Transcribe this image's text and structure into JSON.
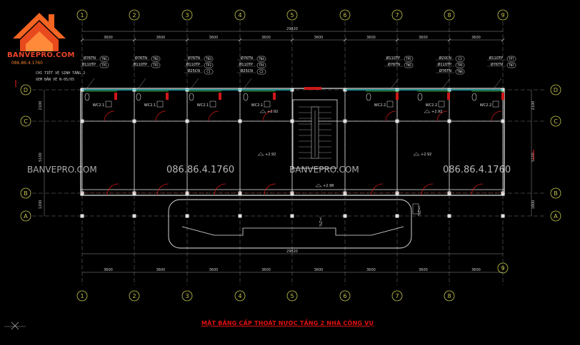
{
  "branding": {
    "name": "BANVEPRO.COM",
    "phone": "086.86.4.1760"
  },
  "title": "MẶT BẰNG CẤP THOÁT NƯỚC TẦNG 2 NHÀ CÔNG VỤ",
  "watermark": {
    "site": "BANVEPRO.COM",
    "phone": "086.86.4.1760"
  },
  "notes": {
    "detail_line1": "CHI TIẾT VỆ SINH TẦNG 2",
    "detail_line2": "XEM BẢN VẼ N-05/05"
  },
  "grid": {
    "columns_top": [
      "1",
      "2",
      "3",
      "4",
      "5",
      "6",
      "7",
      "8",
      "9"
    ],
    "columns_bottom": [
      "1",
      "2",
      "3",
      "4",
      "5",
      "6",
      "7",
      "8",
      "9"
    ],
    "rows_left": [
      "D",
      "C",
      "B",
      "A"
    ],
    "rows_right": [
      "D",
      "C",
      "B",
      "A"
    ],
    "bay_dims": [
      "3600",
      "3600",
      "3600",
      "3600",
      "3600",
      "3600",
      "3600",
      "3600"
    ],
    "total_dim": "29820",
    "bottom_dims": [
      "3600",
      "3600",
      "3600",
      "3600",
      "3600",
      "3600",
      "3600",
      "3600"
    ],
    "left_dims": [
      "2100",
      "5100",
      "1200"
    ],
    "right_dims": [
      "2100",
      "5100",
      "1800"
    ]
  },
  "wc_labels": [
    "WC2.1",
    "WC2.1",
    "WC2.1",
    "WC2.1",
    "WC2.2",
    "WC2.2",
    "WC2.2",
    "WC2.2"
  ],
  "pipes": [
    {
      "lines": [
        "Ø76TN",
        "Ø110TP"
      ],
      "tags": [
        "TN1",
        "TP1"
      ]
    },
    {
      "lines": [
        "Ø76TN",
        "Ø110TP"
      ],
      "tags": [
        "TN2",
        "TP2"
      ]
    },
    {
      "lines": [
        "Ø76TN",
        "Ø110TP",
        "Ø25CN"
      ],
      "tags": [
        "TN3",
        "TP3",
        "C1"
      ]
    },
    {
      "lines": [
        "Ø76TN",
        "Ø110TP",
        "Ø25CN"
      ],
      "tags": [
        "TN4",
        "TP4",
        "C2"
      ]
    },
    {
      "lines": [
        "Ø110TP",
        "Ø76TN"
      ],
      "tags": [
        "TP5",
        "TN5"
      ]
    },
    {
      "lines": [
        "Ø20CN",
        "Ø110TP",
        "Ø76TN"
      ],
      "tags": [
        "C3",
        "TP6",
        "TN6"
      ]
    },
    {
      "lines": [
        "Ø110TP",
        "Ø76TN"
      ],
      "tags": [
        "TP7",
        "TN7"
      ]
    }
  ],
  "levels": [
    "+2.92",
    "+2.92",
    "+2.92",
    "+2.92",
    "+2.98"
  ],
  "slope_labels": [
    "i=2%",
    "i=2%"
  ],
  "colors": {
    "background": "#000000",
    "grid_axis": "#d8d8d8",
    "wall": "#e8e8e8",
    "door": "#d01818",
    "pipe_cold": "#30c0c0",
    "pipe_waste": "#40d040",
    "text": "#d0d0d0",
    "title": "#e01010",
    "grid_bubble": "#c8c850"
  }
}
